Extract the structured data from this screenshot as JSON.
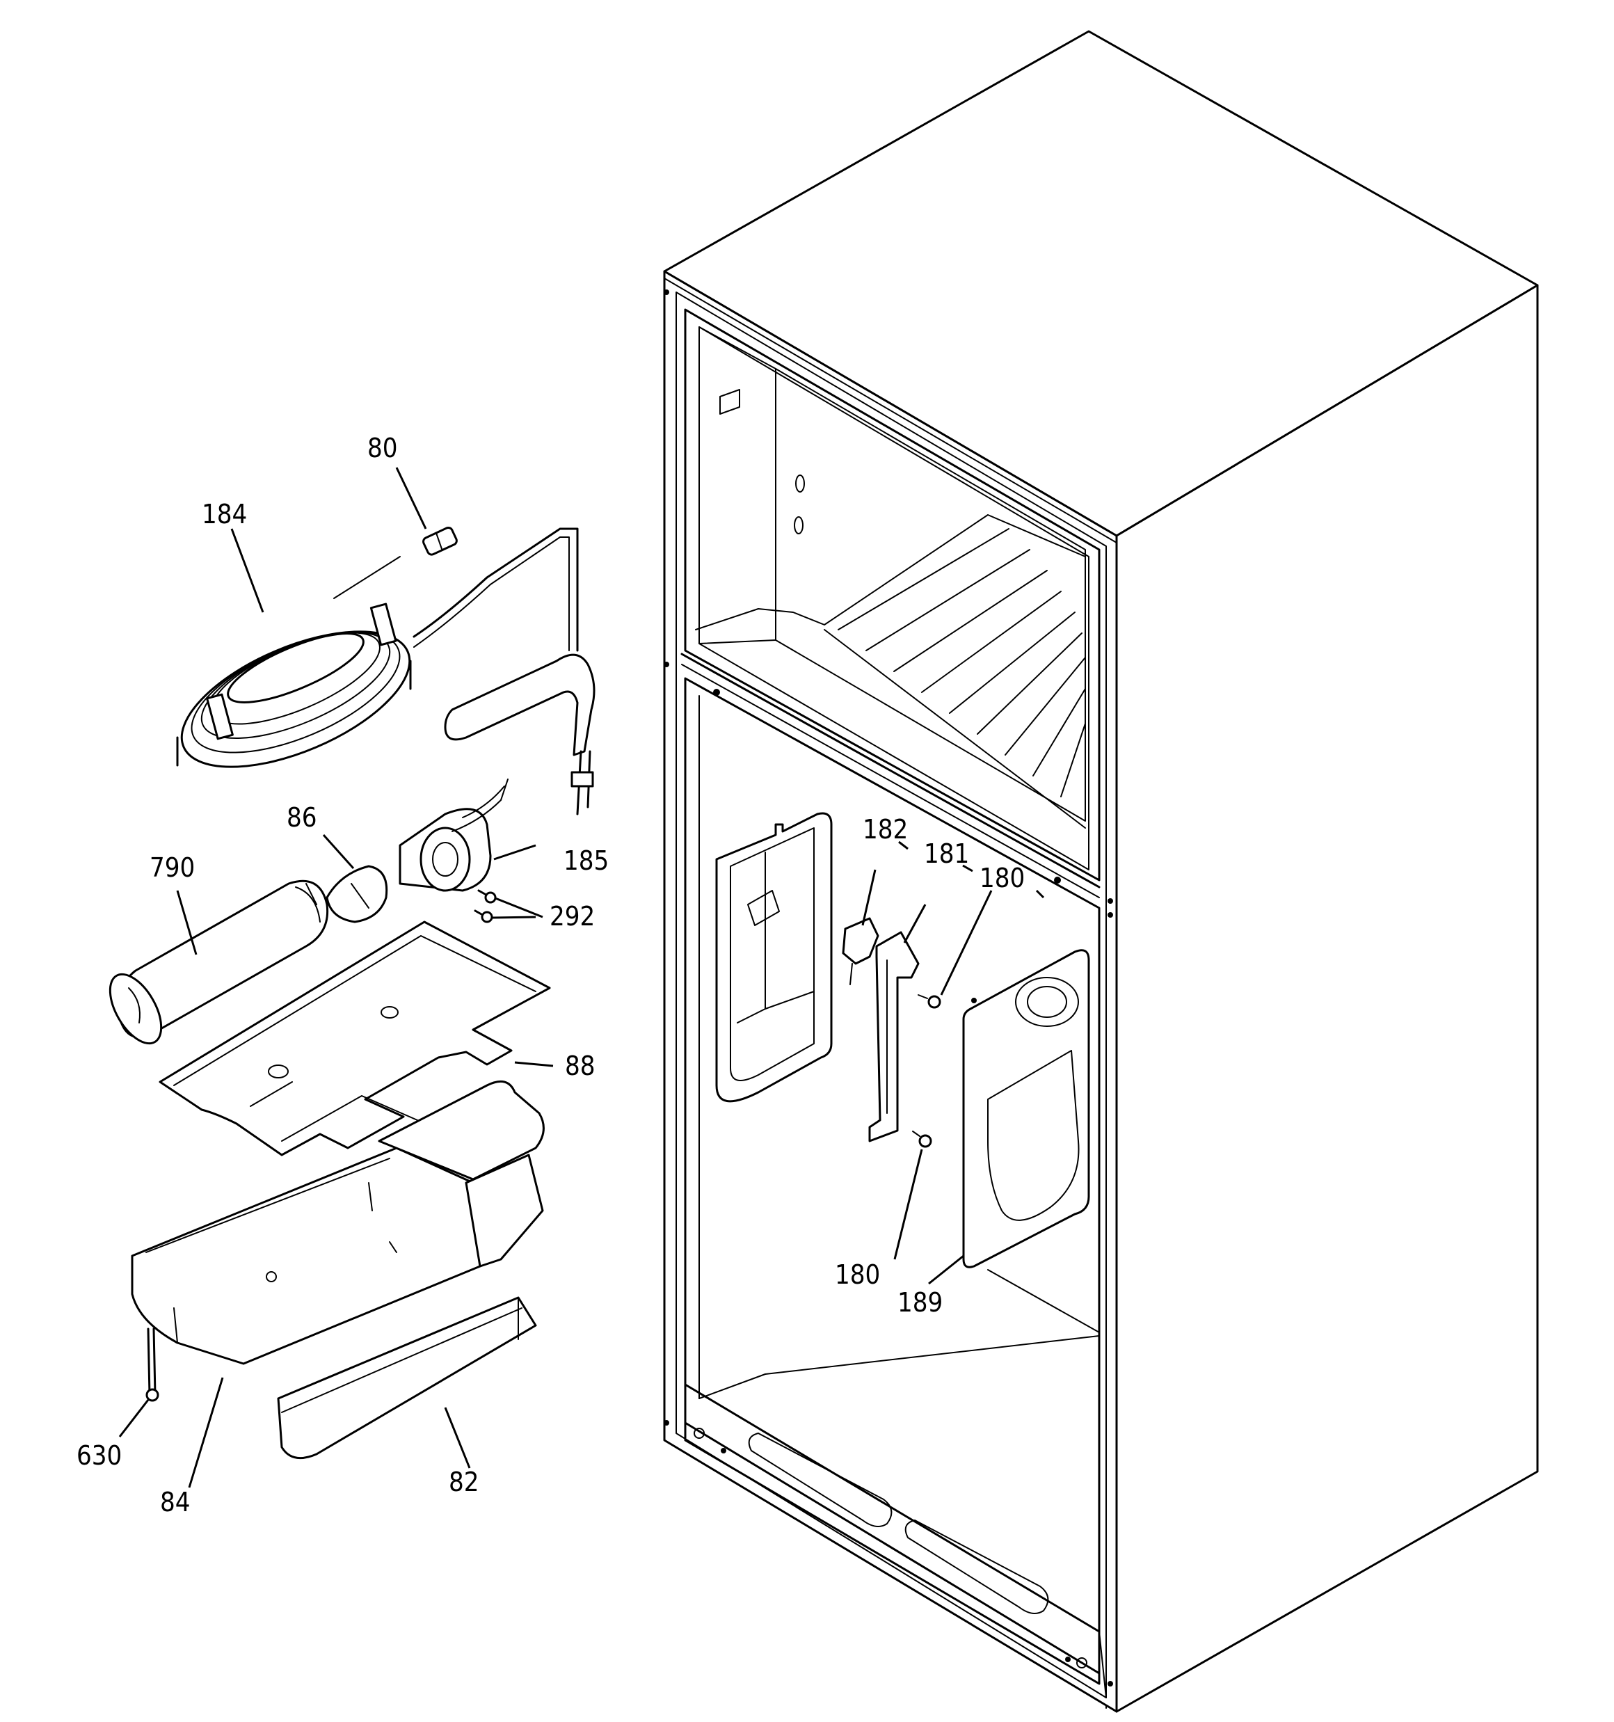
{
  "labels": {
    "l80": "80",
    "l184": "184",
    "l86": "86",
    "l185": "185",
    "l790": "790",
    "l292": "292",
    "l88": "88",
    "l630": "630",
    "l84": "84",
    "l82": "82",
    "l182": "182",
    "l181": "181",
    "l180a": "180",
    "l180b": "180",
    "l189": "189"
  }
}
